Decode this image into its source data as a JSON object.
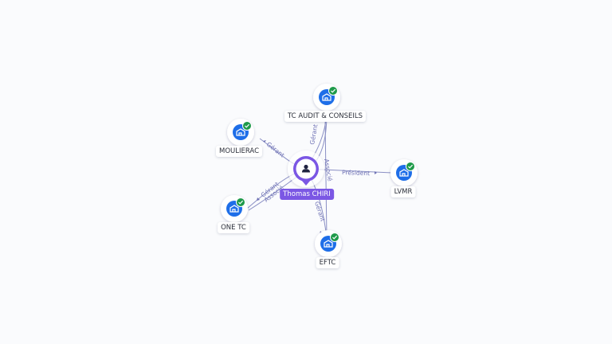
{
  "person": {
    "name": "Thomas CHIRI",
    "icon": "person-icon",
    "color": "#7b57e4"
  },
  "companies": [
    {
      "id": "tc",
      "label": "TC AUDIT & CONSEILS",
      "icon": "building-icon",
      "verified": true
    },
    {
      "id": "moulierac",
      "label": "MOULIERAC",
      "icon": "building-icon",
      "verified": true
    },
    {
      "id": "lvmr",
      "label": "LVMR",
      "icon": "building-icon",
      "verified": true
    },
    {
      "id": "onetc",
      "label": "ONE TC",
      "icon": "building-icon",
      "verified": true
    },
    {
      "id": "eftc",
      "label": "EFTC",
      "icon": "building-icon",
      "verified": true
    }
  ],
  "edges": [
    {
      "to": "tc",
      "labels": [
        "Gérant",
        "Associé"
      ]
    },
    {
      "to": "moulierac",
      "labels": [
        "Gérant"
      ]
    },
    {
      "to": "lvmr",
      "labels": [
        "Président"
      ]
    },
    {
      "to": "onetc",
      "labels": [
        "Gérant",
        "Associé"
      ]
    },
    {
      "to": "eftc",
      "labels": [
        "Gérant"
      ]
    }
  ],
  "colors": {
    "company_icon": "#1e6ee8",
    "verified_badge": "#1f9a4a",
    "edge": "#8a8fc4",
    "edge_label": "#6f72b5"
  }
}
